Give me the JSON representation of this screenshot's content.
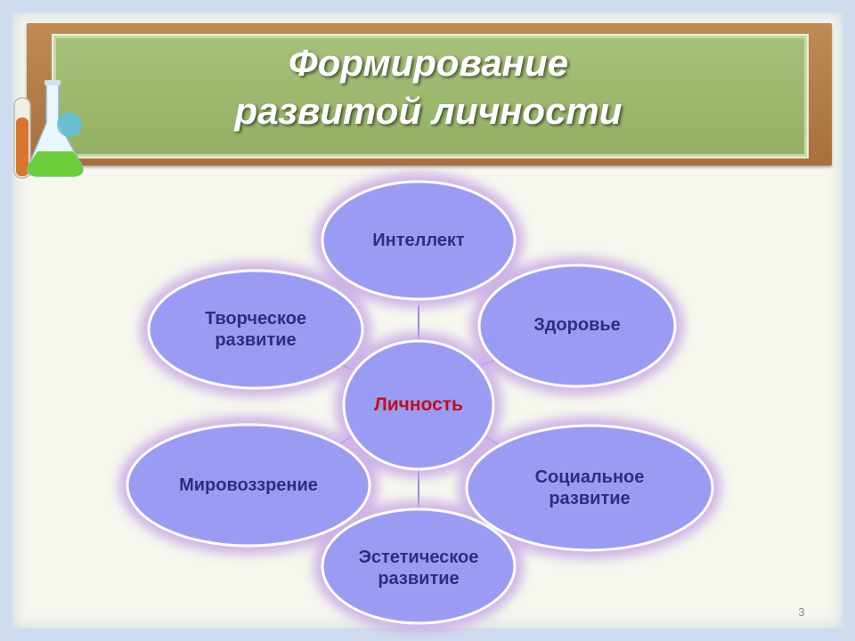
{
  "slide": {
    "title_line1": "Формирование",
    "title_line2": "развитой личности",
    "page_number": "3"
  },
  "diagram": {
    "center": "Личность",
    "nodes": {
      "intellect": "Интеллект",
      "health": "Здоровье",
      "social_line1": "Социальное",
      "social_line2": "развитие",
      "aesthetic_line1": "Эстетическое",
      "aesthetic_line2": "развитие",
      "worldview": "Мировоззрение",
      "creative_line1": "Творческое",
      "creative_line2": "развитие"
    }
  },
  "colors": {
    "node_fill": "#9a9cf4",
    "node_stroke": "#ffffff",
    "glow": "#c7a9e6",
    "center_text": "#c0101a",
    "node_text": "#2e2e80",
    "board": "#9bb66c",
    "frame": "#b07a47"
  },
  "icons": [
    "chemistry-flask-icon"
  ]
}
